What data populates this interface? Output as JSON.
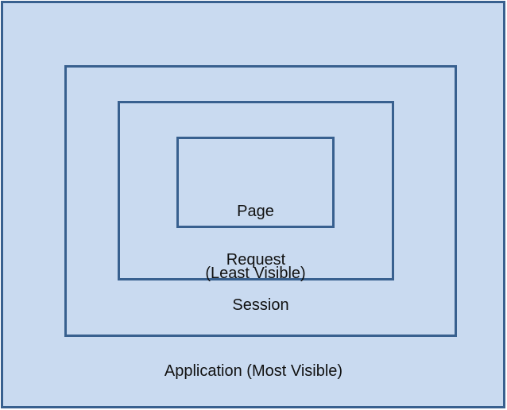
{
  "diagram": {
    "title": "Scope visibility diagram",
    "colors": {
      "box_fill": "#c9daf0",
      "box_border": "#38608f",
      "text": "#111111"
    },
    "scopes": {
      "page": {
        "label": "Page",
        "sublabel": "(Least Visible)"
      },
      "request": {
        "label": "Request"
      },
      "session": {
        "label": "Session"
      },
      "application": {
        "label": "Application (Most Visible)"
      }
    }
  }
}
